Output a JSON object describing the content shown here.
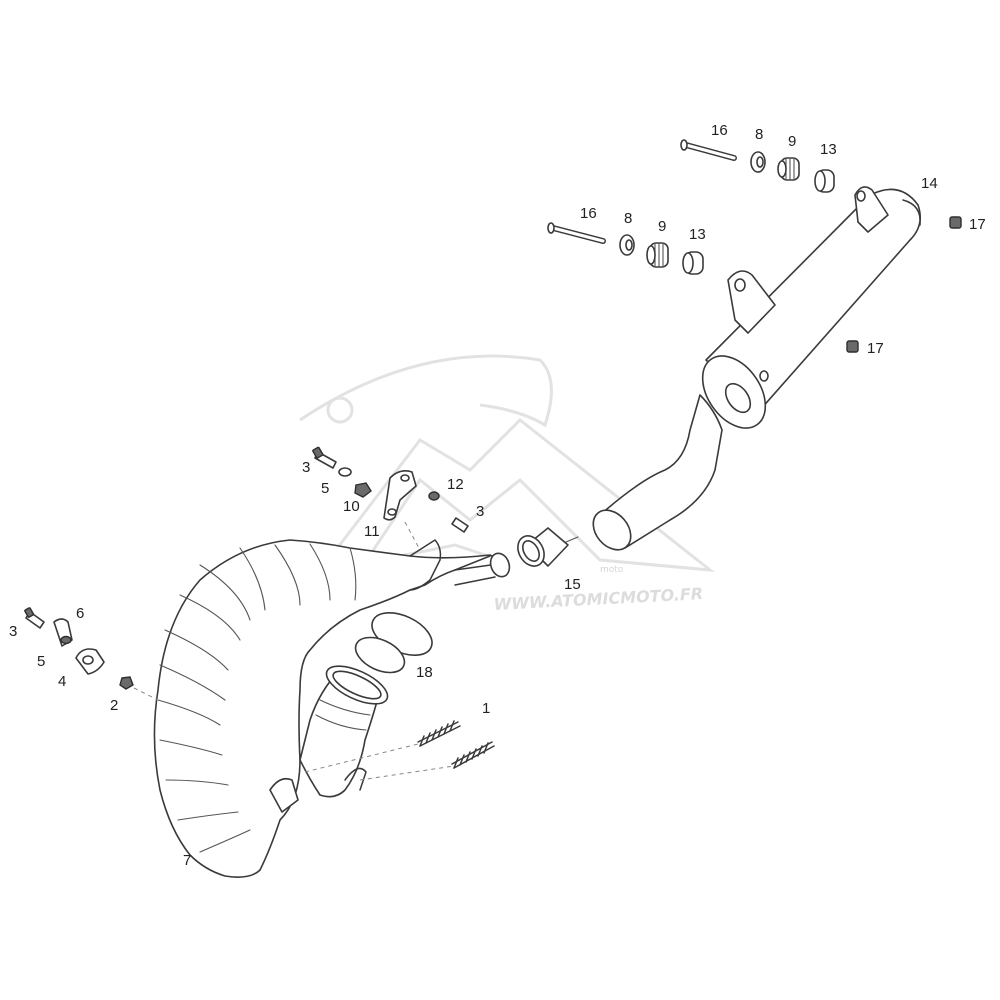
{
  "diagram": {
    "callouts": [
      {
        "id": "c16a",
        "text": "16"
      },
      {
        "id": "c8a",
        "text": "8"
      },
      {
        "id": "c9a",
        "text": "9"
      },
      {
        "id": "c13a",
        "text": "13"
      },
      {
        "id": "c14",
        "text": "14"
      },
      {
        "id": "c17a",
        "text": "17"
      },
      {
        "id": "c16b",
        "text": "16"
      },
      {
        "id": "c8b",
        "text": "8"
      },
      {
        "id": "c9b",
        "text": "9"
      },
      {
        "id": "c13b",
        "text": "13"
      },
      {
        "id": "c17b",
        "text": "17"
      },
      {
        "id": "c3a",
        "text": "3"
      },
      {
        "id": "c5a",
        "text": "5"
      },
      {
        "id": "c10",
        "text": "10"
      },
      {
        "id": "c12",
        "text": "12"
      },
      {
        "id": "c3b",
        "text": "3"
      },
      {
        "id": "c11",
        "text": "11"
      },
      {
        "id": "c15",
        "text": "15"
      },
      {
        "id": "c3c",
        "text": "3"
      },
      {
        "id": "c6",
        "text": "6"
      },
      {
        "id": "c5b",
        "text": "5"
      },
      {
        "id": "c4",
        "text": "4"
      },
      {
        "id": "c2",
        "text": "2"
      },
      {
        "id": "c18",
        "text": "18"
      },
      {
        "id": "c1",
        "text": "1"
      },
      {
        "id": "c7",
        "text": "7"
      }
    ]
  },
  "watermark": {
    "url": "WWW.ATOMICMOTO.FR",
    "small": "moto"
  }
}
